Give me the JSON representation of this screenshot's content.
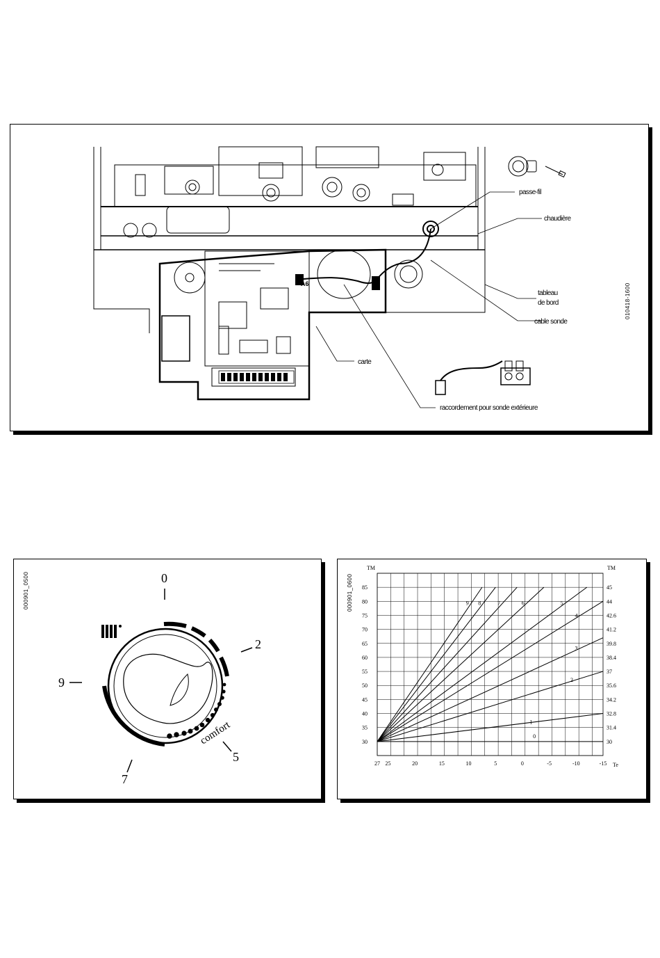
{
  "boiler": {
    "labels": {
      "passe_fil": "passe-fil",
      "chaudiere": "chaudière",
      "tableau_de_bord_line1": "tableau",
      "tableau_de_bord_line2": "de bord",
      "cable_sonde": "cable sonde",
      "carte": "carte",
      "raccordement": "raccordement pour sonde extérieure",
      "connector": "A6"
    },
    "code": "010418-1600"
  },
  "knob": {
    "code": "000901_0500",
    "marks": {
      "m0": "0",
      "m2": "2",
      "m5": "5",
      "m7": "7",
      "m9": "9"
    },
    "comfort": "comfort"
  },
  "curve_chart": {
    "code": "000901_0600",
    "left_axis_title": "TM",
    "right_axis_title": "TM",
    "x_axis_title": "Te",
    "left_ticks": [
      "85",
      "80",
      "75",
      "70",
      "65",
      "60",
      "55",
      "50",
      "45",
      "40",
      "35",
      "30"
    ],
    "right_ticks": [
      "45",
      "44",
      "42.6",
      "41.2",
      "39.8",
      "38.4",
      "37",
      "35.6",
      "34.2",
      "32.8",
      "31.4",
      "30"
    ],
    "x_tick_labels": [
      "27",
      "25",
      "20",
      "15",
      "10",
      "5",
      "0",
      "-5",
      "-10",
      "-15"
    ]
  },
  "chart_data": {
    "type": "line",
    "x_reversed": true,
    "xlim": [
      27,
      -15
    ],
    "ylim": [
      25,
      90
    ],
    "origin": {
      "x": 27,
      "y": 30
    },
    "series": [
      {
        "name": "0",
        "x": [
          27,
          -15
        ],
        "y": [
          30,
          30
        ]
      },
      {
        "name": "1",
        "x": [
          27,
          -15
        ],
        "y": [
          30,
          40
        ]
      },
      {
        "name": "2",
        "x": [
          27,
          -15
        ],
        "y": [
          30,
          55
        ]
      },
      {
        "name": "3",
        "x": [
          27,
          -15
        ],
        "y": [
          30,
          67
        ]
      },
      {
        "name": "4",
        "x": [
          27,
          -15
        ],
        "y": [
          30,
          80
        ]
      },
      {
        "name": "5",
        "x": [
          27,
          -12
        ],
        "y": [
          30,
          85
        ]
      },
      {
        "name": "6",
        "x": [
          27,
          -4
        ],
        "y": [
          30,
          85
        ]
      },
      {
        "name": "7",
        "x": [
          27,
          1
        ],
        "y": [
          30,
          85
        ]
      },
      {
        "name": "8",
        "x": [
          27,
          5
        ],
        "y": [
          30,
          85
        ]
      },
      {
        "name": "9",
        "x": [
          27,
          7.5
        ],
        "y": [
          30,
          85
        ]
      }
    ]
  }
}
